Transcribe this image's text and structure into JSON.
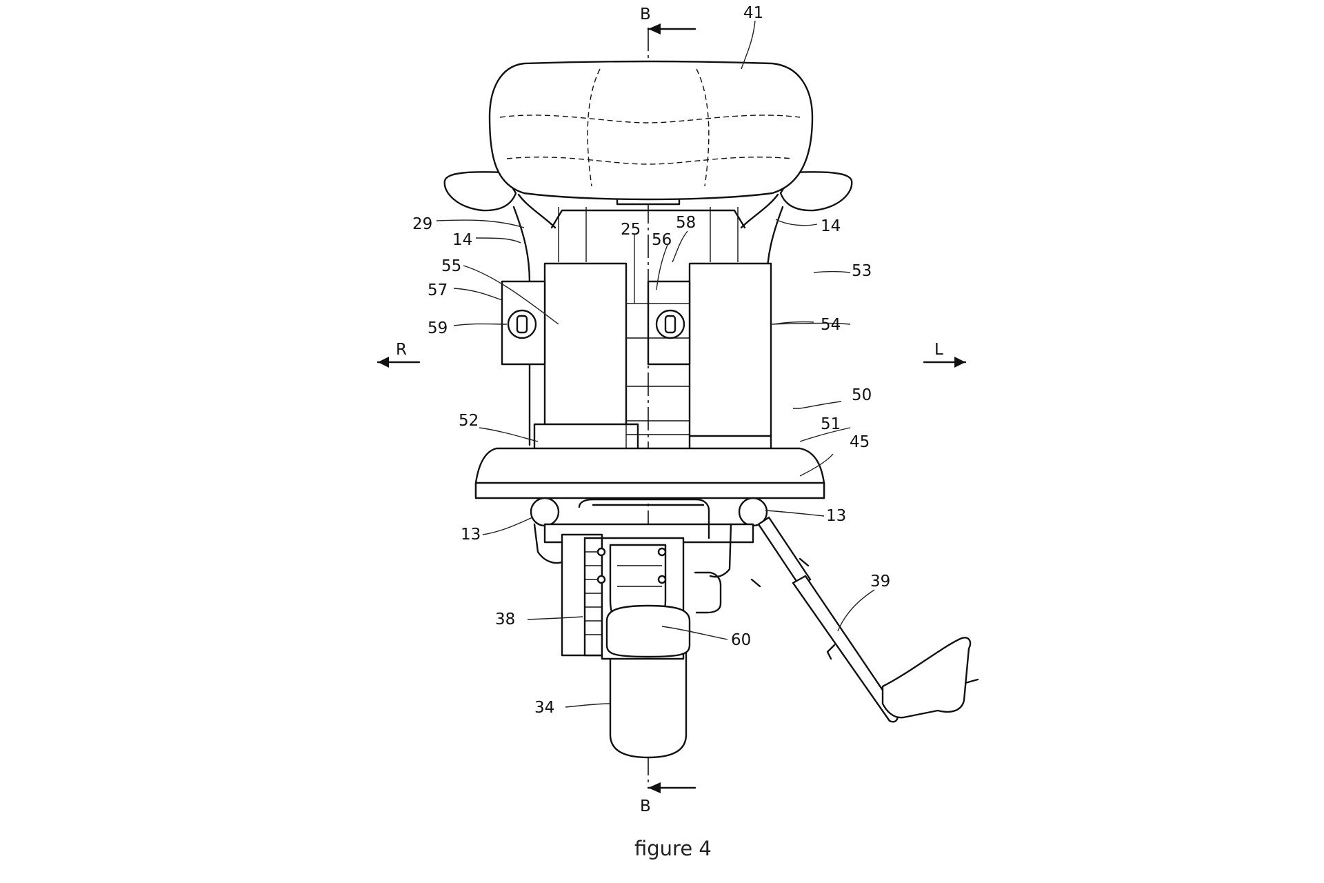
{
  "caption": "figure 4",
  "section_marks": {
    "top": "B",
    "bottom": "B"
  },
  "directions": {
    "right": "R",
    "left": "L"
  },
  "reference_numerals": [
    "41",
    "29",
    "14",
    "25",
    "58",
    "56",
    "14",
    "55",
    "57",
    "53",
    "59",
    "54",
    "50",
    "52",
    "51",
    "45",
    "13",
    "13",
    "39",
    "38",
    "60",
    "34"
  ]
}
